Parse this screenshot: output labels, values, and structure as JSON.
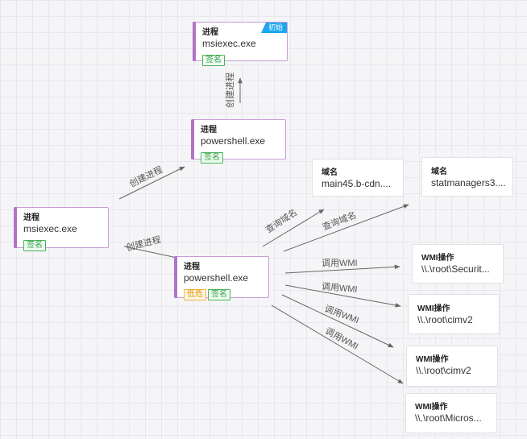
{
  "nodes": {
    "msiexec_top": {
      "type": "进程",
      "value": "msiexec.exe",
      "tags": [
        "签名"
      ],
      "badge": "初始"
    },
    "powershell_mid": {
      "type": "进程",
      "value": "powershell.exe",
      "tags": [
        "签名"
      ]
    },
    "msiexec_left": {
      "type": "进程",
      "value": "msiexec.exe",
      "tags": [
        "签名"
      ]
    },
    "powershell_low": {
      "type": "进程",
      "value": "powershell.exe",
      "tags": [
        "低危",
        "签名"
      ]
    },
    "domain_1": {
      "type": "域名",
      "value": "main45.b-cdn...."
    },
    "domain_2": {
      "type": "域名",
      "value": "statmanagers3...."
    },
    "wmi_1": {
      "type": "WMI操作",
      "value": "\\\\.\\root\\Securit..."
    },
    "wmi_2": {
      "type": "WMI操作",
      "value": "\\\\.\\root\\cimv2"
    },
    "wmi_3": {
      "type": "WMI操作",
      "value": "\\\\.\\root\\cimv2"
    },
    "wmi_4": {
      "type": "WMI操作",
      "value": "\\\\.\\root\\Micros..."
    }
  },
  "edges": {
    "create_process_vertical": "创建进程",
    "create_process_upper": "创建进程",
    "create_process_lower": "创建进程",
    "query_domain_1": "查询域名",
    "query_domain_2": "查询域名",
    "call_wmi_1": "调用WMI",
    "call_wmi_2": "调用WMI",
    "call_wmi_3": "调用WMI",
    "call_wmi_4": "调用WMI"
  },
  "colors": {
    "process_accent": "#b073c6",
    "sign_tag": "#2f9e44",
    "risk_tag": "#e09000",
    "badge": "#1aa7ee",
    "edge": "#666666"
  }
}
